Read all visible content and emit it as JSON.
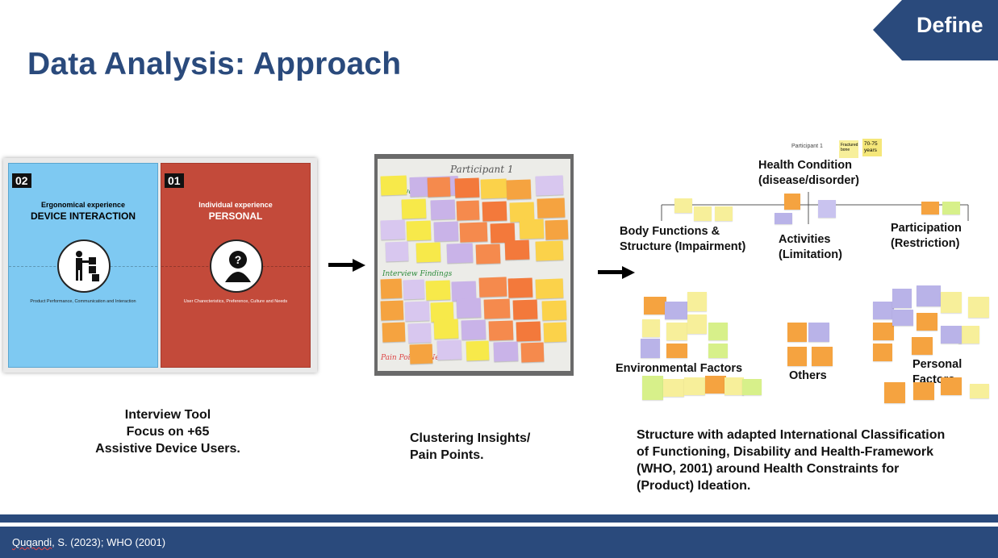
{
  "header": {
    "section_tab": "Define",
    "title": "Data Analysis: Approach"
  },
  "interview_cards": {
    "card1": {
      "number": "02",
      "subtitle": "Ergonomical experience",
      "heading": "DEVICE  INTERACTION",
      "footer": "Product Performance, Communication and Interaction",
      "icon": "person-stacking-boxes-icon",
      "color": "#7ec9f2"
    },
    "card2": {
      "number": "01",
      "subtitle": "Individual experience",
      "heading": "PERSONAL",
      "footer": "User Charecteristics, Preference, Culture and Needs",
      "icon": "person-question-icon",
      "color": "#c34a3a"
    }
  },
  "clustering_photo": {
    "title": "Participant 1",
    "sections": [
      "observation",
      "Interview Findings",
      "Pain Points / Needs"
    ]
  },
  "icf_diagram": {
    "participant_note": "Participant 1",
    "age_notes": [
      "Fractured bone",
      "70-75 years"
    ],
    "health_condition": [
      "Health Condition",
      "(disease/disorder)"
    ],
    "body_functions": [
      "Body Functions &",
      "Structure (Impairment)"
    ],
    "activities": [
      "Activities",
      "(Limitation)"
    ],
    "participation": [
      "Participation",
      "(Restriction)"
    ],
    "environmental_factors": "Environmental Factors",
    "others": "Others",
    "personal_factors": [
      "Personal",
      "Factors"
    ]
  },
  "captions": {
    "interview": [
      "Interview Tool",
      "Focus on +65",
      "Assistive Device Users."
    ],
    "clustering": [
      "Clustering Insights/",
      "Pain Points."
    ],
    "structure": [
      "Structure with adapted International Classification",
      "of Functioning, Disability and Health-Framework",
      "(WHO, 2001) around Health Constraints for",
      "(Product) Ideation."
    ]
  },
  "footer": {
    "author": "Quqandi",
    "citation_rest": ", S. (2023); WHO (2001)"
  },
  "colors": {
    "brand_blue": "#2a4a7c",
    "white": "#ffffff"
  }
}
